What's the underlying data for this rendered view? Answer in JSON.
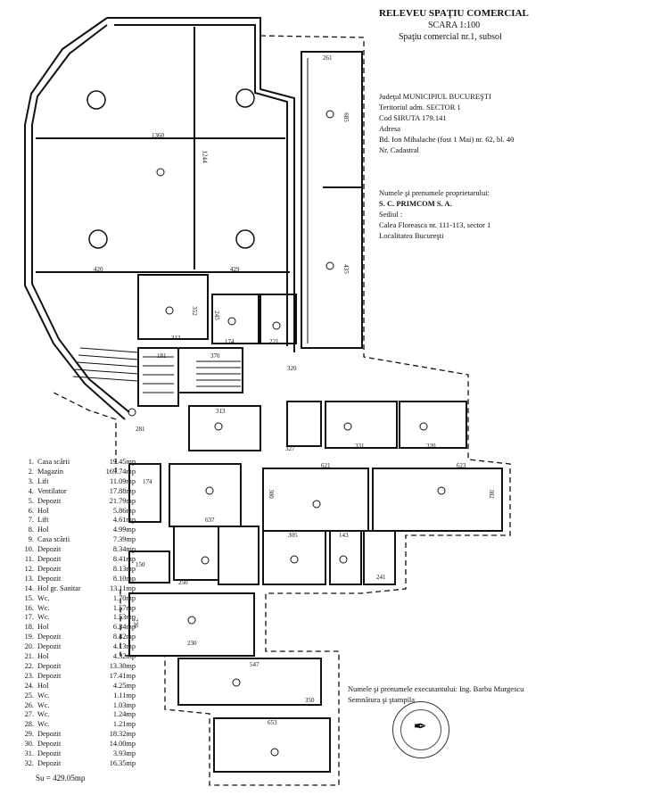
{
  "header": {
    "title": "RELEVEU SPAŢIU COMERCIAL",
    "scale": "SCARA 1:100",
    "subtitle": "Spaţiu comercial nr.1, subsol"
  },
  "location": {
    "county": "Judeţul MUNICIPIUL BUCUREŞTI",
    "sector": "Teritoriul adm. SECTOR 1",
    "siruta": "Cod SIRUTA 179.141",
    "address_label": "Adresa",
    "address": "Bd. Ion Mihalache (fost 1 Mai) nr. 62, bl. 40",
    "cadastral": "Nr. Cadastral"
  },
  "owner": {
    "label": "Numele şi prenumele proprietarului:",
    "name": "S. C. PRIMCOM S. A.",
    "seat_label": "Sediul :",
    "seat": "Calea Floreasca nr. 111-113, sector 1",
    "city": "Localitatea Bucureşti"
  },
  "executor": {
    "label": "Numele şi prenumele executantului: Ing. Barbu Murgescu",
    "signature": "Semnătura şi ştampila"
  },
  "legend": [
    {
      "n": "1.",
      "name": "Casa scării",
      "area": "19.45mp"
    },
    {
      "n": "2.",
      "name": "Magazin",
      "area": "169.74mp"
    },
    {
      "n": "3.",
      "name": "Lift",
      "area": "11.09mp"
    },
    {
      "n": "4.",
      "name": "Ventilator",
      "area": "17.88mp"
    },
    {
      "n": "5.",
      "name": "Depozit",
      "area": "21.79mp"
    },
    {
      "n": "6.",
      "name": "Hol",
      "area": "5.86mp"
    },
    {
      "n": "7.",
      "name": "Lift",
      "area": "4.61mp"
    },
    {
      "n": "8.",
      "name": "Hol",
      "area": "4.99mp"
    },
    {
      "n": "9.",
      "name": "Casa scării",
      "area": "7.39mp"
    },
    {
      "n": "10.",
      "name": "Depozit",
      "area": "8.34mp"
    },
    {
      "n": "11.",
      "name": "Depozit",
      "area": "8.41mp"
    },
    {
      "n": "12.",
      "name": "Depozit",
      "area": "8.13mp"
    },
    {
      "n": "13.",
      "name": "Depozit",
      "area": "8.10mp"
    },
    {
      "n": "14.",
      "name": "Hol gr. Sanitar",
      "area": "13.11mp"
    },
    {
      "n": "15.",
      "name": "Wc.",
      "area": "1.70mp"
    },
    {
      "n": "16.",
      "name": "Wc.",
      "area": "1.57mp"
    },
    {
      "n": "17.",
      "name": "Wc.",
      "area": "1.53mp"
    },
    {
      "n": "18.",
      "name": "Hol",
      "area": "6.34mp"
    },
    {
      "n": "19.",
      "name": "Depozit",
      "area": "8.42mp"
    },
    {
      "n": "20.",
      "name": "Depozit",
      "area": "4.13mp"
    },
    {
      "n": "21.",
      "name": "Hol",
      "area": "4.32mp"
    },
    {
      "n": "22.",
      "name": "Depozit",
      "area": "13.30mp"
    },
    {
      "n": "23.",
      "name": "Depozit",
      "area": "17.41mp"
    },
    {
      "n": "24.",
      "name": "Hol",
      "area": "4.25mp"
    },
    {
      "n": "25.",
      "name": "Wc.",
      "area": "1.11mp"
    },
    {
      "n": "26.",
      "name": "Wc.",
      "area": "1.03mp"
    },
    {
      "n": "27.",
      "name": "Wc.",
      "area": "1.24mp"
    },
    {
      "n": "28.",
      "name": "Wc.",
      "area": "1.21mp"
    },
    {
      "n": "29.",
      "name": "Depozit",
      "area": "18.32mp"
    },
    {
      "n": "30.",
      "name": "Depozit",
      "area": "14.00mp"
    },
    {
      "n": "31.",
      "name": "Depozit",
      "area": "3.93mp"
    },
    {
      "n": "32.",
      "name": "Depozit",
      "area": "16.35mp"
    }
  ],
  "total": "Su = 429.05mp",
  "dimensions": {
    "d1": "1360",
    "d2": "1244",
    "d3": "420",
    "d4": "429",
    "d5": "261",
    "d6": "685",
    "d7": "435",
    "d8": "352",
    "d9": "313",
    "d10": "245",
    "d11": "174",
    "d12": "221",
    "d13": "181",
    "d14": "370",
    "d15": "320",
    "d16": "281",
    "d17": "313",
    "d18": "327",
    "d19": "331",
    "d20": "320",
    "d21": "621",
    "d22": "623",
    "d23": "300",
    "d24": "302",
    "d25": "637",
    "d26": "305",
    "d27": "143",
    "d28": "241",
    "d29": "250",
    "d30": "547",
    "d31": "653",
    "d32": "174",
    "d33": "150",
    "d34": "350",
    "d35": "230",
    "d36": "236"
  }
}
